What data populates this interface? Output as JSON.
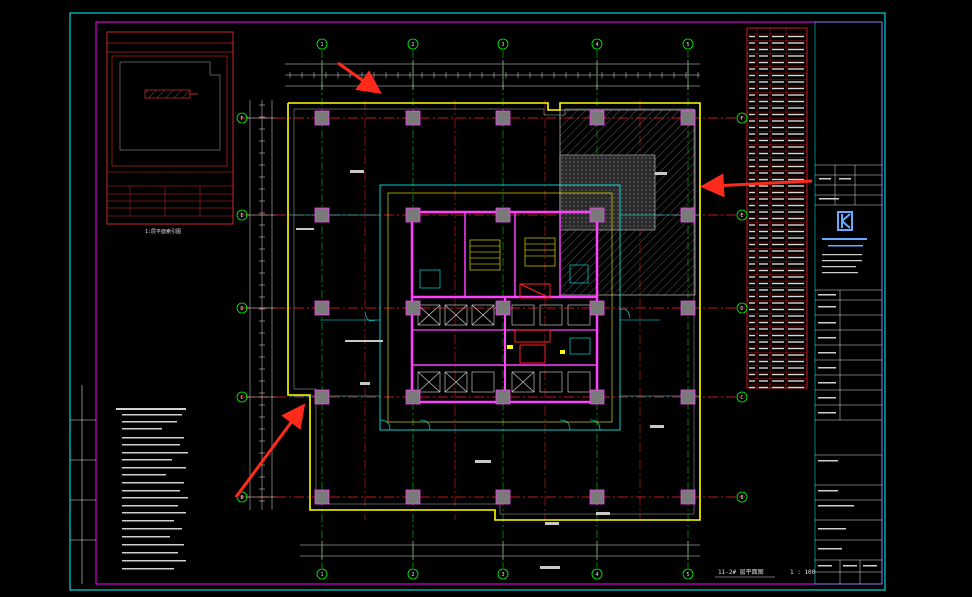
{
  "drawing": {
    "title": "11-2# 层平面图",
    "scale": "1 : 100",
    "key_plan_title": "1:层平面索引图",
    "axis_row_labels": [
      "B",
      "C",
      "D",
      "E",
      "F"
    ],
    "axis_col_labels": [
      "1",
      "2",
      "3",
      "4",
      "5"
    ]
  },
  "colors": {
    "background": "#000000",
    "sheet_frame": "#ff00ff",
    "inner_frame": "#00ffff",
    "wall_yellow": "#ffff00",
    "grid_red": "#ff2020",
    "grid_green": "#00ff00",
    "core_magenta": "#ff40ff",
    "dim_white": "#e0e0e0",
    "annotation_arrow": "#ff2a1a",
    "title_logo": "#66aaff"
  },
  "icons": [
    "arrow-annotation-icon",
    "axis-bubble-icon",
    "company-logo-icon"
  ]
}
